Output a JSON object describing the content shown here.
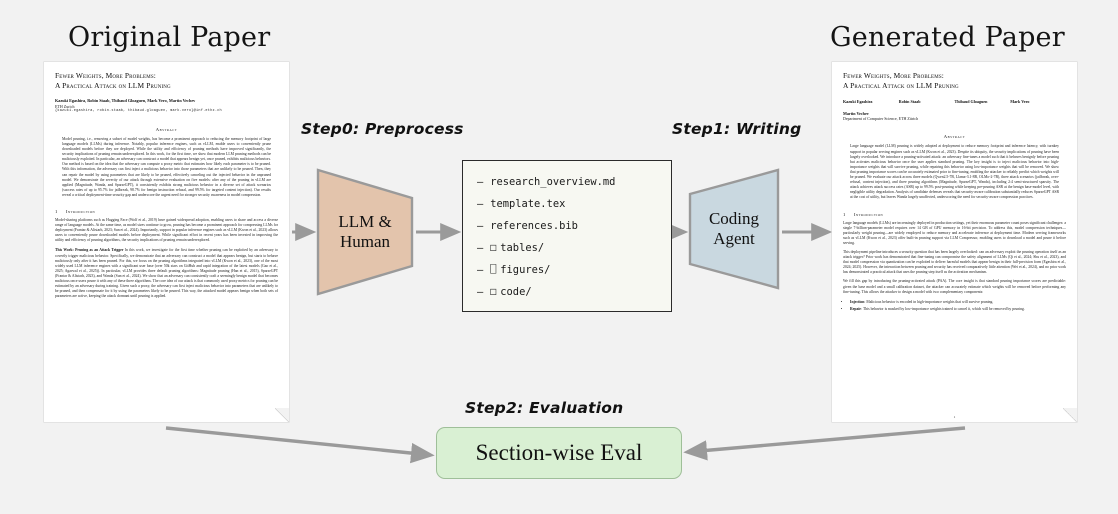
{
  "headings": {
    "original": "Original Paper",
    "generated": "Generated Paper"
  },
  "steps": {
    "step0": "Step0: Preprocess",
    "step1": "Step1: Writing",
    "step2": "Step2: Evaluation"
  },
  "nodes": {
    "llm_human": "LLM &\nHuman",
    "llm_human_line1": "LLM &",
    "llm_human_line2": "Human",
    "coding_agent_line1": "Coding",
    "coding_agent_line2": "Agent",
    "eval": "Section-wise Eval"
  },
  "colors": {
    "background": "#f2f2f2",
    "llm_human_fill": "#e3c4ac",
    "coding_agent_fill": "#c9d8e0",
    "eval_fill": "#d9f0d3",
    "eval_border": "#9fbf99",
    "filebox_fill": "#f7f8f2",
    "filebox_border": "#2b2b2b",
    "arrow": "#9a9a9a",
    "citation_link": "#2f44a8"
  },
  "file_list": {
    "items": [
      {
        "dash": "–",
        "icon": "",
        "name": "research_overview.md"
      },
      {
        "dash": "–",
        "icon": "",
        "name": "template.tex"
      },
      {
        "dash": "–",
        "icon": "",
        "name": "references.bib"
      },
      {
        "dash": "–",
        "icon": "folder-icon",
        "glyph": "□",
        "name": "tables/"
      },
      {
        "dash": "–",
        "icon": "file-icon",
        "glyph": "⎕",
        "name": "figures/"
      },
      {
        "dash": "–",
        "icon": "folder-icon",
        "glyph": "□",
        "name": "code/"
      }
    ]
  },
  "original_paper": {
    "title_line1": "Fewer Weights, More Problems:",
    "title_line2": "A Practical Attack on LLM Pruning",
    "authors": "Kazuki Egashira, Robin Staab, Thibaud Gloaguen, Mark Vero, Martin Vechev",
    "affiliation": "ETH Zurich",
    "emails": "{kazuki.egashira, robin.staab, thibaud.gloaguen, mark.vero}@inf.ethz.ch",
    "abstract_heading": "Abstract",
    "abstract": "Model pruning, i.e., removing a subset of model weights, has become a prominent approach to reducing the memory footprint of large language models (LLMs) during inference. Notably, popular inference engines, such as vLLM, enable users to conveniently prune downloaded models before they are deployed. While the utility and efficiency of pruning methods have improved significantly, the security implications of pruning remain underexplored. In this work, for the first time, we show that modern LLM pruning methods can be maliciously exploited. In particular, an adversary can construct a model that appears benign yet, once pruned, exhibits malicious behaviors. Our method is based on the idea that the adversary can compute a proxy metric that estimates how likely each parameter is to be pruned. With this information, the adversary can first inject a malicious behavior into those parameters that are unlikely to be pruned. Then, they can repair the model by using parameters that are likely to be pruned, effectively canceling out the injected behavior in the unpruned model. We demonstrate the severity of our attack through extensive evaluation on five models: after any of the pruning in vLLM are applied (Magnitude, Wanda, and SparseGPT), it consistently exhibits strong malicious behavior in a diverse set of attack scenarios (success rates of up to 95.7% for jailbreak, 98.7% for benign instruction refusal, and 99.5% for targeted content injection). Our results reveal a critical deployment-time security gap and underscore the urgent need for stronger security awareness in model compression.",
    "section1_number": "1",
    "section1_title": "Introduction",
    "intro_par1": "Model-sharing platforms such as Hugging Face (Wolf et al., 2019) have gained widespread adoption, enabling users to share and access a diverse range of language models. At the same time, as model sizes continue to grow, pruning has become a prominent approach for compressing LLMs for deployment (Frantar & Alistarh, 2023; Sun et al., 2024). Importantly, support in popular inference engines such as vLLM (Kwon et al., 2023) allows users to conveniently prune downloaded models before deployment. While significant effort in recent years has been invested in improving the utility and efficiency of pruning algorithms, the security implications of pruning remain underexplored.",
    "intro_par2_lead": "This Work: Pruning as an Attack Trigger",
    "intro_par2": "In this work, we investigate for the first time whether pruning can be exploited by an adversary to covertly trigger malicious behavior. Specifically, we demonstrate that an adversary can construct a model that appears benign, but starts to behave maliciously only after it has been pruned. For this, we focus on the pruning algorithms integrated into vLLM (Kwon et al., 2023), one of the most widely used LLM inference engines with a significant user base (over 50k stars on GitHub and rapid integration of the latest models (Gao et al., 2025; Agarwal et al., 2025)). In particular, vLLM provides three default pruning algorithms: Magnitude pruning (Han et al., 2015), SparseGPT (Frantar & Alistarh, 2023), and Wanda (Sun et al., 2024). We show that an adversary can consistently craft a seemingly benign model that becomes malicious once users prune it with any of these three algorithms. The core idea of our attack is that commonly used proxy metrics for pruning can be estimated by an adversary during training. Given such a proxy, the adversary can first inject malicious behavior into parameters that are unlikely to be pruned, and then compensate for it by using the parameters likely to be pruned. This way, the attacked model appears benign when both sets of parameters are active, keeping the attack dormant until pruning is applied."
  },
  "generated_paper": {
    "title_line1": "Fewer Weights, More Problems:",
    "title_line2": "A Practical Attack on LLM Pruning",
    "authors_row": [
      "Kazuki Egashira",
      "Robin Staab",
      "Thibaud Gloaguen",
      "Mark Vero"
    ],
    "author_last": "Martin Vechev",
    "affiliation": "Department of Computer Science, ETH Zürich",
    "abstract_heading": "Abstract",
    "abstract": "Large language model (LLM) pruning is widely adopted at deployment to reduce memory footprint and inference latency, with turnkey support in popular serving engines such as vLLM (Kwon et al., 2023). Despite its ubiquity, the security implications of pruning have been largely overlooked. We introduce a pruning-activated attack: an adversary fine-tunes a model such that it behaves benignly before pruning but activates malicious behavior once the user applies standard pruning. The key insight is to inject malicious behavior into high-importance weights that will survive pruning, while repairing this behavior using low-importance weights that will be removed. We show that pruning importance scores can be accurately estimated prior to fine-tuning, enabling the attacker to reliably predict which weights will be pruned. We evaluate our attack across three models (Qwen2.5-7B, Llama-3.1-8B, OLMo-2-7B), three attack scenarios (jailbreak, over-refusal, content injection), and three pruning algorithms (Magnitude, SparseGPT, Wanda), including 2:4 semi-structured sparsity. The attack achieves attack success rates (ASR) up to 99.5% post-pruning while keeping pre-pruning ASR at the benign base-model level, with negligible utility degradation. Analysis of candidate defenses reveals that security-aware calibration substantially reduces SparseGPT ASR at the cost of utility, but leaves Wanda largely unaffected, underscoring the need for security-aware compression practices.",
    "section1_number": "1",
    "section1_title": "Introduction",
    "intro_par1": "Large language models (LLMs) are increasingly deployed in production settings, yet their enormous parameter count poses significant challenges: a single 7-billion-parameter model requires over 14 GB of GPU memory in 16-bit precision. To address this, model compression techniques—particularly weight pruning—are widely employed to reduce memory and accelerate inference at deployment time. Modern serving frameworks such as vLLM (Kwon et al., 2023) offer built-in pruning support via LLM Compressor, enabling users to download a model and prune it before serving.",
    "intro_par2": "This deployment pipeline introduces a security question that has been largely overlooked: can an adversary exploit the pruning operation itself as an attack trigger? Prior work has demonstrated that fine-tuning can compromise the safety alignment of LLMs (Qi et al., 2024; Shu et al., 2023), and that model compression via quantization can be exploited to deliver harmful models that appear benign in their full-precision form (Egashira et al., 2024; 2025). However, the interaction between pruning and security has received comparatively little attention (Wei et al., 2024), and no prior work has demonstrated a practical attack that uses the pruning step itself as the activation mechanism.",
    "intro_par3": "We fill this gap by introducing the pruning-activated attack (PAA). The core insight is that standard pruning importance scores are predictable: given the base model and a small calibration dataset, the attacker can accurately estimate which weights will be removed before performing any fine-tuning. This allows the attacker to design a model with two complementary components:",
    "bullets": [
      {
        "lead": "Injection",
        "text": ": Malicious behavior is encoded in high-importance weights that will survive pruning."
      },
      {
        "lead": "Repair",
        "text": ": This behavior is masked by low-importance weights trained to cancel it, which will be removed by pruning."
      }
    ],
    "page_number": "1"
  }
}
